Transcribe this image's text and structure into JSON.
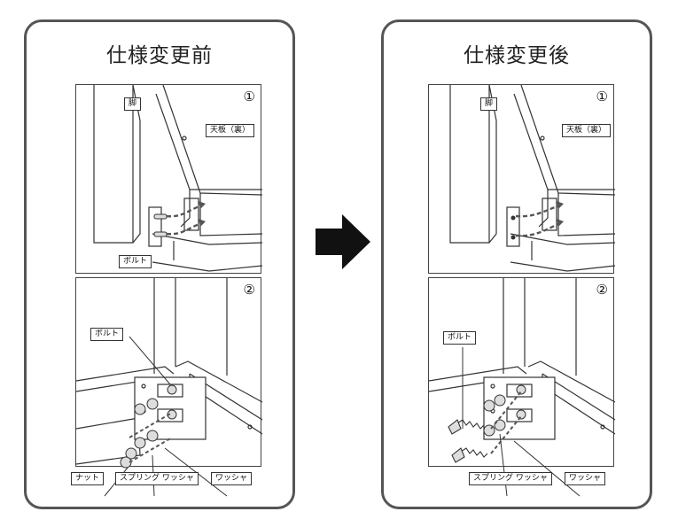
{
  "before": {
    "title": "仕様変更前",
    "fig1": {
      "num": "①",
      "leg_label": "脚",
      "top_label": "天板（裏）",
      "bolt_label": "ボルト"
    },
    "fig2": {
      "num": "②",
      "bolt_label": "ボルト",
      "nut_label": "ナット",
      "spring_washer_label": "スプリング ワッシャ",
      "washer_label": "ワッシャ"
    }
  },
  "after": {
    "title": "仕様変更後",
    "fig1": {
      "num": "①",
      "leg_label": "脚",
      "top_label": "天板（裏）"
    },
    "fig2": {
      "num": "②",
      "bolt_label": "ボルト",
      "spring_washer_label": "スプリング ワッシャ",
      "washer_label": "ワッシャ"
    }
  },
  "colors": {
    "frame": "#555555",
    "arrow": "#111111",
    "dashed_arrow": "#555555"
  },
  "icons": {
    "transition": "right-arrow-icon"
  }
}
